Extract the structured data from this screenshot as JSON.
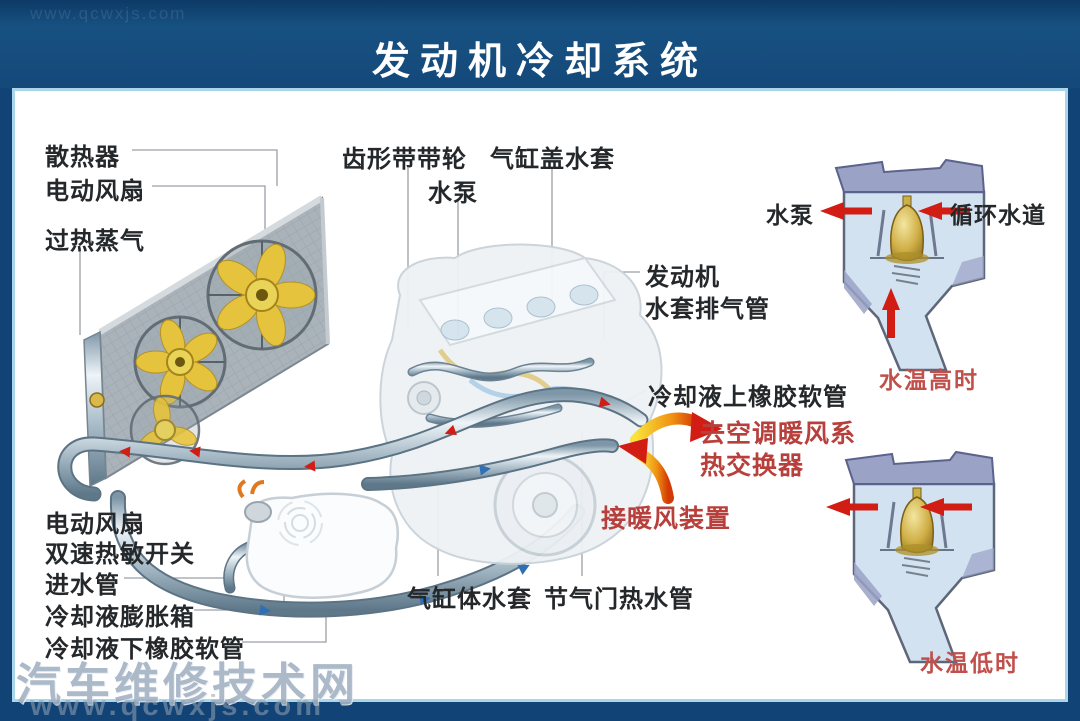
{
  "title": "发动机冷却系统",
  "labels": {
    "radiator": "散热器",
    "electric_fan_top": "电动风扇",
    "overheat_steam": "过热蒸气",
    "toothed_belt_pulley": "齿形带带轮",
    "water_pump": "水泵",
    "cylinder_head_jacket": "气缸盖水套",
    "engine_line1": "发动机",
    "engine_line2": "水套排气管",
    "upper_hose": "冷却液上橡胶软管",
    "to_heater_line1": "去空调暖风系",
    "to_heater_line2": "热交换器",
    "heater_connect": "接暖风装置",
    "electric_fan_bottom": "电动风扇",
    "dual_speed_switch": "双速热敏开关",
    "inlet_pipe": "进水管",
    "expansion_tank": "冷却液膨胀箱",
    "lower_hose": "冷却液下橡胶软管",
    "cylinder_block_jacket": "气缸体水套",
    "throttle_hot_water_pipe": "节气门热水管",
    "inset_top_pump": "水泵",
    "inset_top_channel": "循环水道",
    "inset_top_caption": "水温高时",
    "inset_bottom_caption": "水温低时"
  },
  "watermark": {
    "site_name": "汽车维修技术网",
    "site_url": "www.qcwxjs.com"
  },
  "colors": {
    "frame_navy": "#124376",
    "band_navy": "#175181",
    "inner_line": "#a9d6e8",
    "label_black": "#24282b",
    "label_red": "#b8403c",
    "caption_red": "#c0504c",
    "arrow_red": "#d21d15",
    "fan_yellow": "#e6c33c",
    "thermo_gold": "#cfae45",
    "pipe_silver": "#a9bcc8"
  }
}
